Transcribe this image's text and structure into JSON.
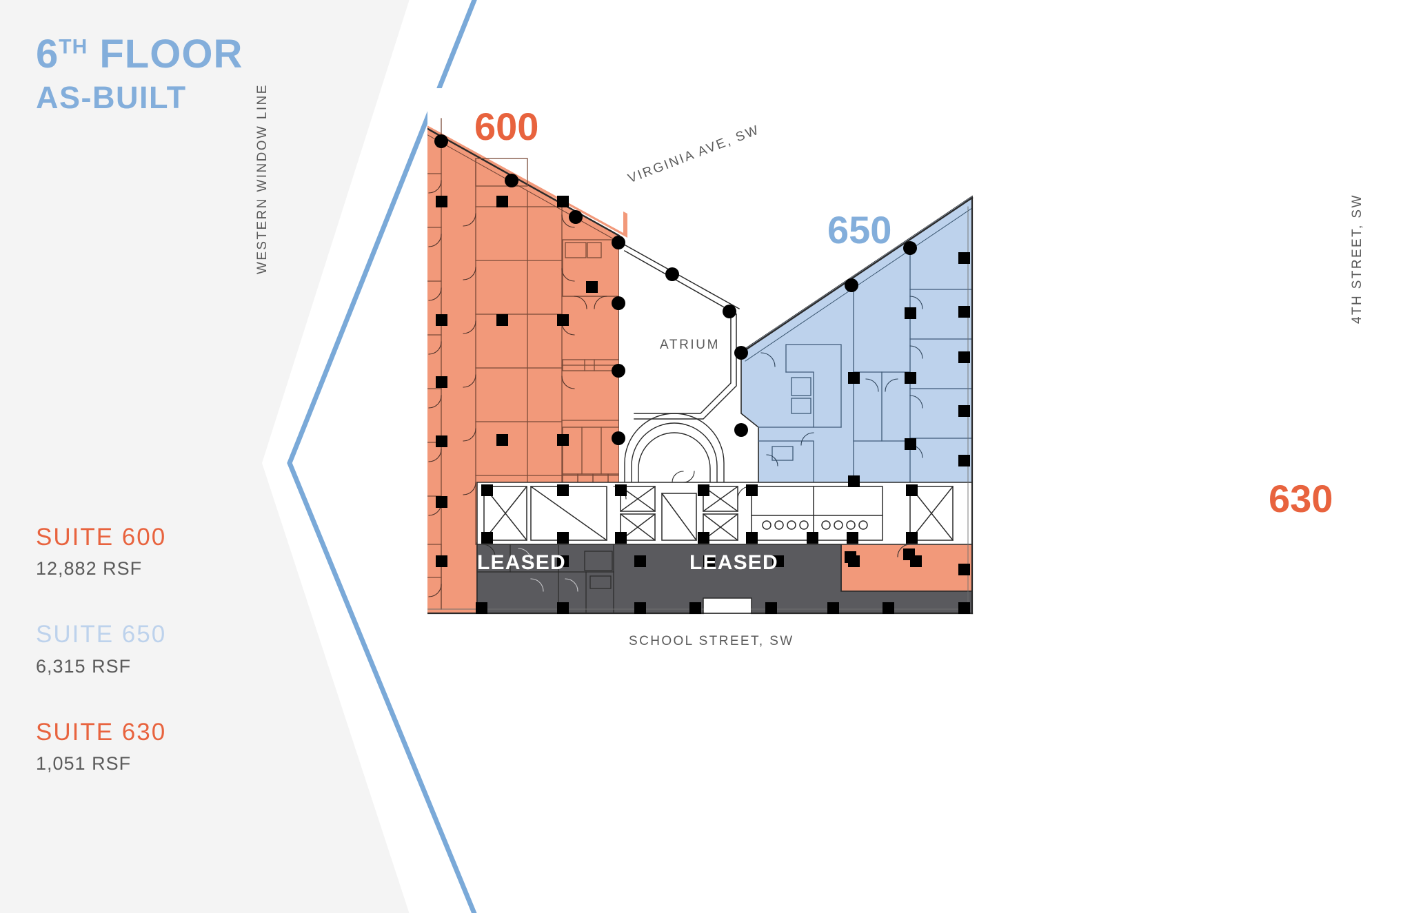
{
  "header": {
    "title_line1": "6",
    "title_sup": "TH",
    "title_line1_rest": " FLOOR",
    "title_line2": "AS-BUILT"
  },
  "colors": {
    "accent_blue": "#83aedb",
    "accent_orange": "#e8633e",
    "suite_orange_fill": "#f2997a",
    "suite_blue_fill": "#bdd2ec",
    "leased_gray_fill": "#5a5a5e",
    "panel_gray": "#f4f4f4",
    "text_gray": "#5b5b5b"
  },
  "legend": {
    "items": [
      {
        "name": "SUITE 600",
        "area": "12,882 RSF",
        "color": "#e8633e"
      },
      {
        "name": "SUITE 650",
        "area": "6,315 RSF",
        "color": "#bdd2ec"
      },
      {
        "name": "SUITE 630",
        "area": "1,051 RSF",
        "color": "#e8633e"
      }
    ]
  },
  "plan": {
    "suite_labels": [
      {
        "id": "600",
        "text": "600",
        "color": "#e8633e"
      },
      {
        "id": "650",
        "text": "650",
        "color": "#83aedb"
      },
      {
        "id": "630",
        "text": "630",
        "color": "#e8633e"
      }
    ],
    "street_labels": {
      "north": "VIRGINIA AVE, SW",
      "south": "SCHOOL STREET, SW",
      "east": "4TH STREET, SW",
      "west": "WESTERN WINDOW LINE"
    },
    "interior_labels": {
      "atrium": "ATRIUM"
    },
    "leased_labels": [
      "LEASED",
      "LEASED"
    ]
  }
}
